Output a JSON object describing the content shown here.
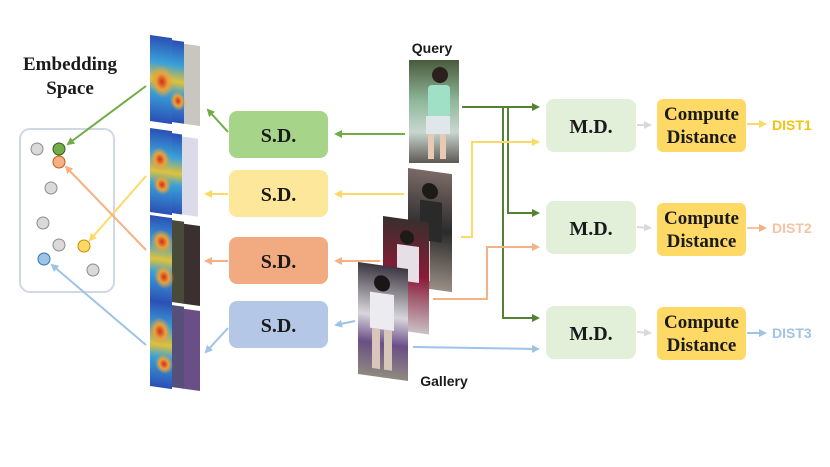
{
  "embedding": {
    "title_line1": "Embedding",
    "title_line2": "Space"
  },
  "labels": {
    "query": "Query",
    "gallery": "Gallery"
  },
  "sd_blocks": [
    {
      "label": "S.D.",
      "color": "#a6d58a"
    },
    {
      "label": "S.D.",
      "color": "#fde79a"
    },
    {
      "label": "S.D.",
      "color": "#f2ab80"
    },
    {
      "label": "S.D.",
      "color": "#b4c7e7"
    }
  ],
  "md_blocks": [
    {
      "label": "M.D."
    },
    {
      "label": "M.D."
    },
    {
      "label": "M.D."
    }
  ],
  "compute_blocks": [
    {
      "line1": "Compute",
      "line2": "Distance"
    },
    {
      "line1": "Compute",
      "line2": "Distance"
    },
    {
      "line1": "Compute",
      "line2": "Distance"
    }
  ],
  "dist_labels": [
    {
      "text": "DIST1",
      "color": "#f4c20d"
    },
    {
      "text": "DIST2",
      "color": "#f7c2a0"
    },
    {
      "text": "DIST3",
      "color": "#9dc3e6"
    }
  ],
  "colors": {
    "green": "#70ad47",
    "dark_green": "#548235",
    "yellow": "#ffd966",
    "orange": "#f4b183",
    "blue": "#9dc3e6",
    "md_fill": "#e2efd9",
    "compute_fill": "#ffd966",
    "panel_border": "#d0d7e5",
    "gray_dot": "#d9d9d9"
  }
}
